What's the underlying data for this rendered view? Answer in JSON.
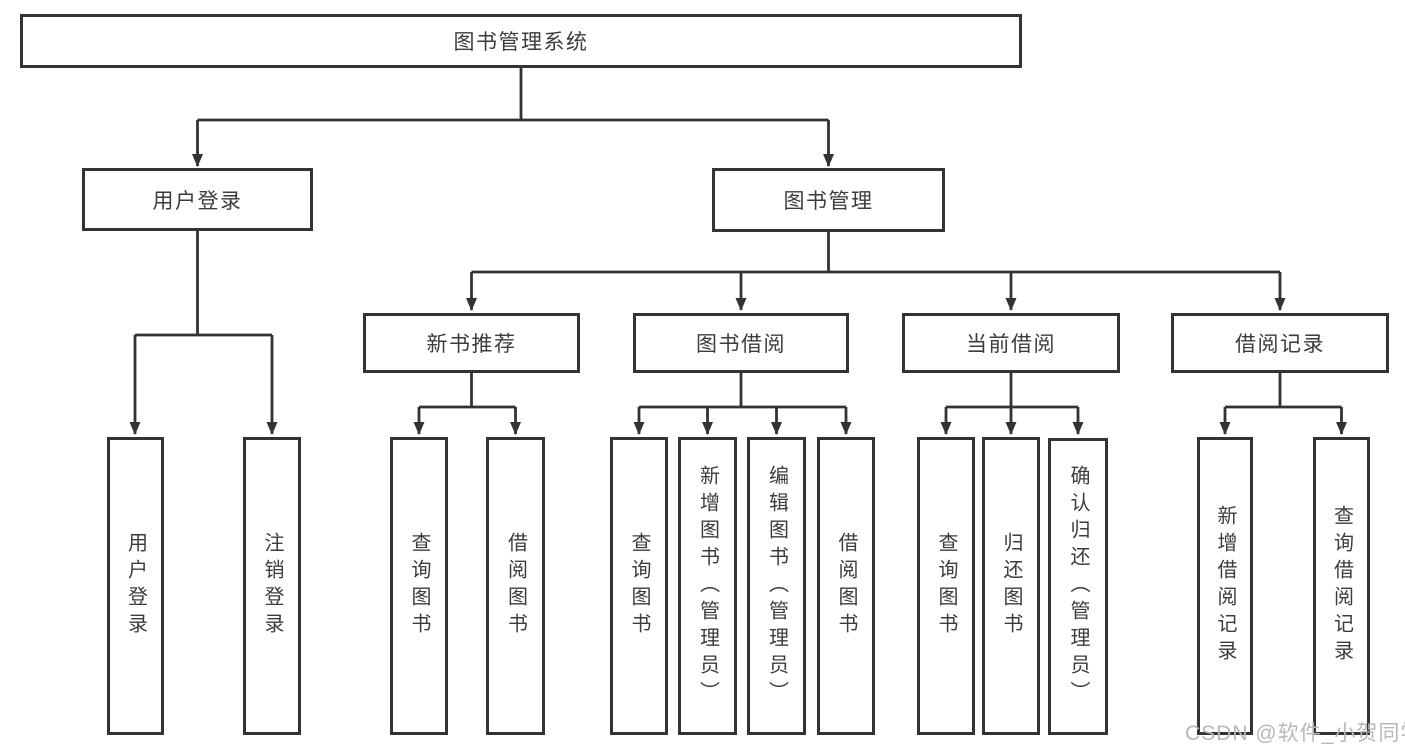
{
  "diagram": {
    "title": "图书管理系统",
    "level2": {
      "user_login": "用户登录",
      "book_mgmt": "图书管理"
    },
    "level3": {
      "new_books": "新书推荐",
      "book_borrow": "图书借阅",
      "current_borrow": "当前借阅",
      "borrow_records": "借阅记录"
    },
    "leaves": {
      "user_login_1": "用户登录",
      "user_login_2": "注销登录",
      "new_books_1": "查询图书",
      "new_books_2": "借阅图书",
      "book_borrow_1": "查询图书",
      "book_borrow_2": "新增图书（管理员）",
      "book_borrow_3": "编辑图书（管理员）",
      "book_borrow_4": "借阅图书",
      "current_borrow_1": "查询图书",
      "current_borrow_2": "归还图书",
      "current_borrow_3": "确认归还（管理员）",
      "borrow_records_1": "新增借阅记录",
      "borrow_records_2": "查询借阅记录"
    }
  },
  "watermark": "CSDN @软件_小贺同学",
  "colors": {
    "line": "#333333",
    "text": "#3c3c3c",
    "watermark": "#b8b8b8",
    "background": "#ffffff"
  }
}
